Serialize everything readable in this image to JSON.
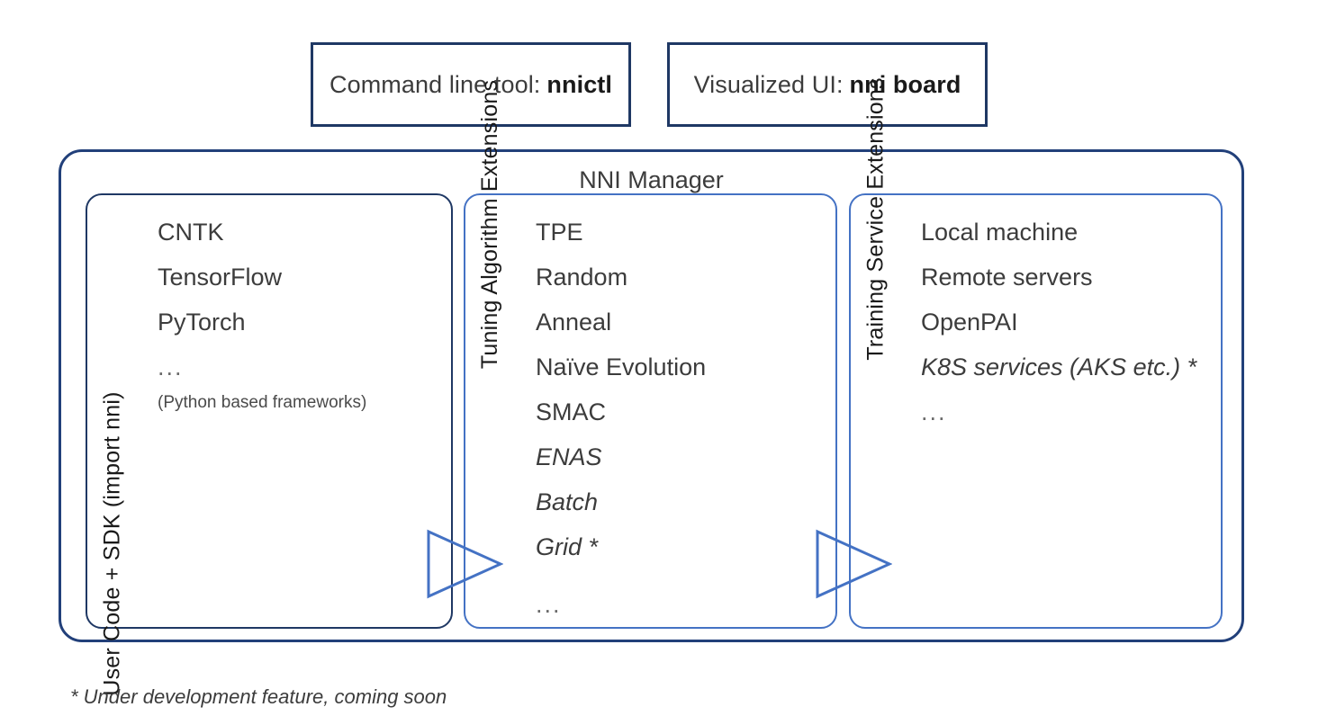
{
  "top_boxes": [
    {
      "lead": "Command line tool:",
      "strong": "nnictl"
    },
    {
      "lead": "Visualized UI:",
      "strong": "nni board"
    }
  ],
  "manager": {
    "title": "NNI Manager"
  },
  "columns": [
    {
      "id": "user-code",
      "side_label": "User Code + SDK (import nni)",
      "items": [
        {
          "text": "CNTK",
          "style": "normal"
        },
        {
          "text": "TensorFlow",
          "style": "normal"
        },
        {
          "text": "PyTorch",
          "style": "normal"
        },
        {
          "text": "...",
          "style": "dots"
        },
        {
          "text": "(Python based frameworks)",
          "style": "small"
        }
      ]
    },
    {
      "id": "tuning-algorithms",
      "side_label": "Tuning Algorithm Extensions",
      "items": [
        {
          "text": "TPE",
          "style": "normal"
        },
        {
          "text": "Random",
          "style": "normal"
        },
        {
          "text": "Anneal",
          "style": "normal"
        },
        {
          "text": "Naïve Evolution",
          "style": "normal"
        },
        {
          "text": "SMAC",
          "style": "normal"
        },
        {
          "text": "ENAS",
          "style": "italic"
        },
        {
          "text": "Batch",
          "style": "italic"
        },
        {
          "text": "Grid *",
          "style": "italic"
        },
        {
          "text": "...",
          "style": "dots"
        }
      ]
    },
    {
      "id": "training-services",
      "side_label": "Training Service Extensions",
      "items": [
        {
          "text": "Local machine",
          "style": "normal"
        },
        {
          "text": "Remote servers",
          "style": "normal"
        },
        {
          "text": "OpenPAI",
          "style": "normal"
        },
        {
          "text": "K8S services (AKS etc.) *",
          "style": "italic"
        },
        {
          "text": "...",
          "style": "dots"
        }
      ]
    }
  ],
  "arrows": [
    {
      "name": "arrow-user-to-tuner"
    },
    {
      "name": "arrow-tuner-to-training"
    }
  ],
  "footnote": "* Under development feature, coming soon",
  "colors": {
    "navy_border": "#1F3864",
    "blue_border": "#4472C4",
    "outer_border": "#22407A",
    "text": "#3C3C3C"
  }
}
